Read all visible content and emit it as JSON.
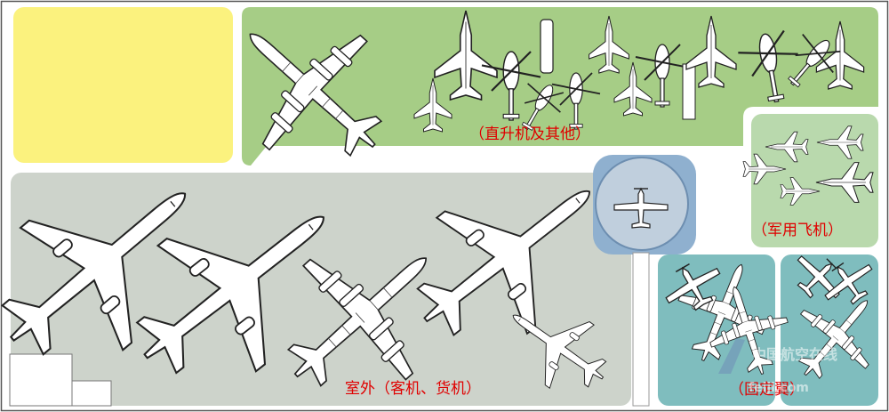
{
  "zones": {
    "helicopters_other": "（直升机及其他）",
    "military": "（军用飞机）",
    "outdoor_passenger_cargo": "室外（客机、货机）",
    "fixed_wing": "（固定翼）"
  },
  "watermark": {
    "cn": "中国航空在线",
    "latin": "feiji.com"
  },
  "colors": {
    "yellow_zone": "#fbf27e",
    "green_zone": "#a6cd86",
    "gray_zone": "#cdd3cb",
    "military_zone": "#b9d9ad",
    "blue_circle": "#8fb0cf",
    "teal_zone": "#7fbdbe",
    "label_red": "#e00000"
  }
}
